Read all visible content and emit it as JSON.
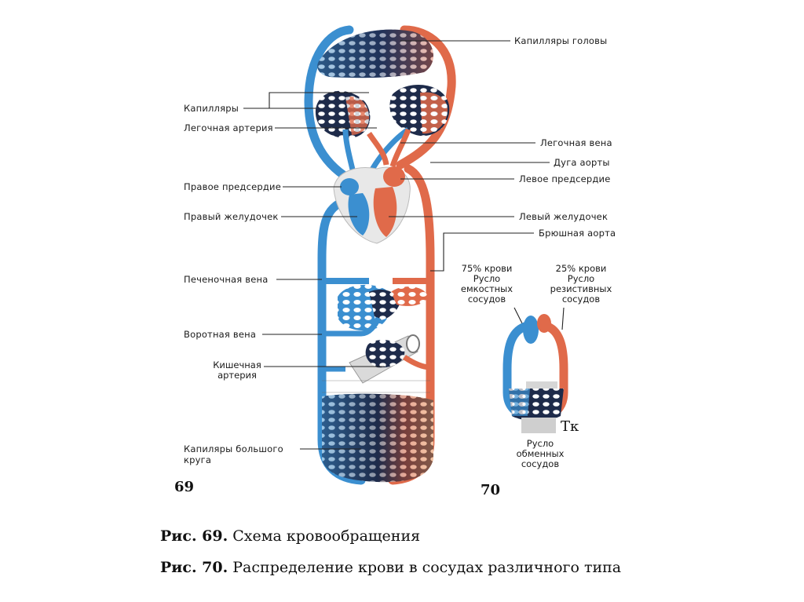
{
  "fig69": {
    "number": "69",
    "labels": {
      "head_capillaries": "Капилляры головы",
      "capillaries": "Капилляры",
      "pulmonary_artery": "Легочная артерия",
      "pulmonary_vein": "Легочная вена",
      "aortic_arch": "Дуга аорты",
      "right_atrium": "Правое предсердие",
      "left_atrium": "Левое предсердие",
      "right_ventricle": "Правый желудочек",
      "left_ventricle": "Левый желудочек",
      "abdominal_aorta": "Брюшная аорта",
      "hepatic_vein": "Печеночная вена",
      "portal_vein": "Воротная вена",
      "intestinal_artery_1": "Кишечная",
      "intestinal_artery_2": "артерия",
      "systemic_capillaries_1": "Капиляры большого",
      "systemic_capillaries_2": "круга"
    }
  },
  "fig70": {
    "number": "70",
    "labels": {
      "capacitive_1": "75% крови",
      "capacitive_2": "Русло",
      "capacitive_3": "емкостных",
      "capacitive_4": "сосудов",
      "resistive_1": "25% крови",
      "resistive_2": "Русло",
      "resistive_3": "резистивных",
      "resistive_4": "сосудов",
      "exchange_1": "Русло",
      "exchange_2": "обменных",
      "exchange_3": "сосудов",
      "tk": "Тк"
    }
  },
  "captions": {
    "c69_prefix": "Рис. 69.",
    "c69_text": " Схема кровообращения",
    "c70_prefix": "Рис. 70.",
    "c70_text": " Распределение крови в сосудах различного типа"
  },
  "colors": {
    "venous": "#3b8fd0",
    "arterial": "#e06a4a",
    "dark_net": "#1e2b4a"
  }
}
